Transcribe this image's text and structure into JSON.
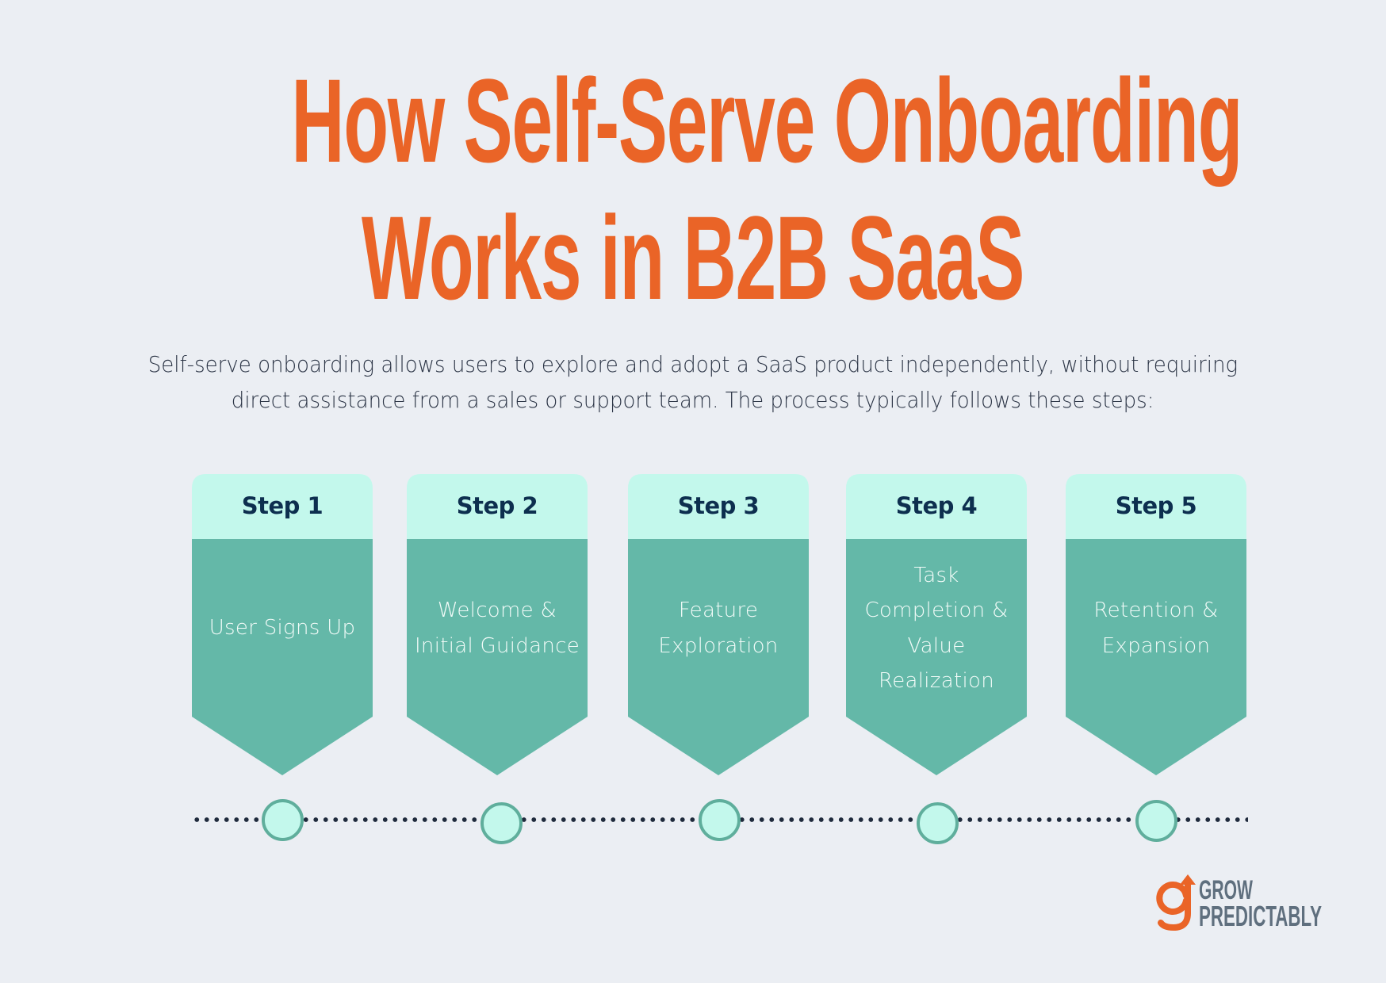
{
  "title": {
    "line1": "How Self-Serve Onboarding",
    "line2": "Works in B2B SaaS"
  },
  "description": {
    "line1": "Self-serve onboarding allows users to explore and adopt a SaaS product independently, without requiring",
    "line2": "direct assistance from a sales or support team. The process typically follows these steps:"
  },
  "steps": [
    {
      "label": "Step 1",
      "text": "User Signs Up"
    },
    {
      "label": "Step 2",
      "text": "Welcome &\nInitial Guidance"
    },
    {
      "label": "Step 3",
      "text": "Feature\nExploration"
    },
    {
      "label": "Step 4",
      "text": "Task\nCompletion &\nValue\nRealization"
    },
    {
      "label": "Step 5",
      "text": "Retention &\nExpansion"
    }
  ],
  "logo": {
    "line1": "GROW",
    "line2": "PREDICTABLY",
    "icon": "g-arrow-up-icon"
  },
  "colors": {
    "background": "#ebeef3",
    "title": "#ea6427",
    "description": "#2b3445",
    "step_header": "#c3f8ec",
    "step_body": "#64b8a8",
    "step_label": "#0d2f4f",
    "step_text": "#f2fbf8",
    "timeline_dot": "#1f2a3c",
    "node_fill": "#c3f8ec",
    "node_border": "#5fae9c",
    "logo_text": "#5f6f7e",
    "logo_mark": "#ea6427"
  }
}
